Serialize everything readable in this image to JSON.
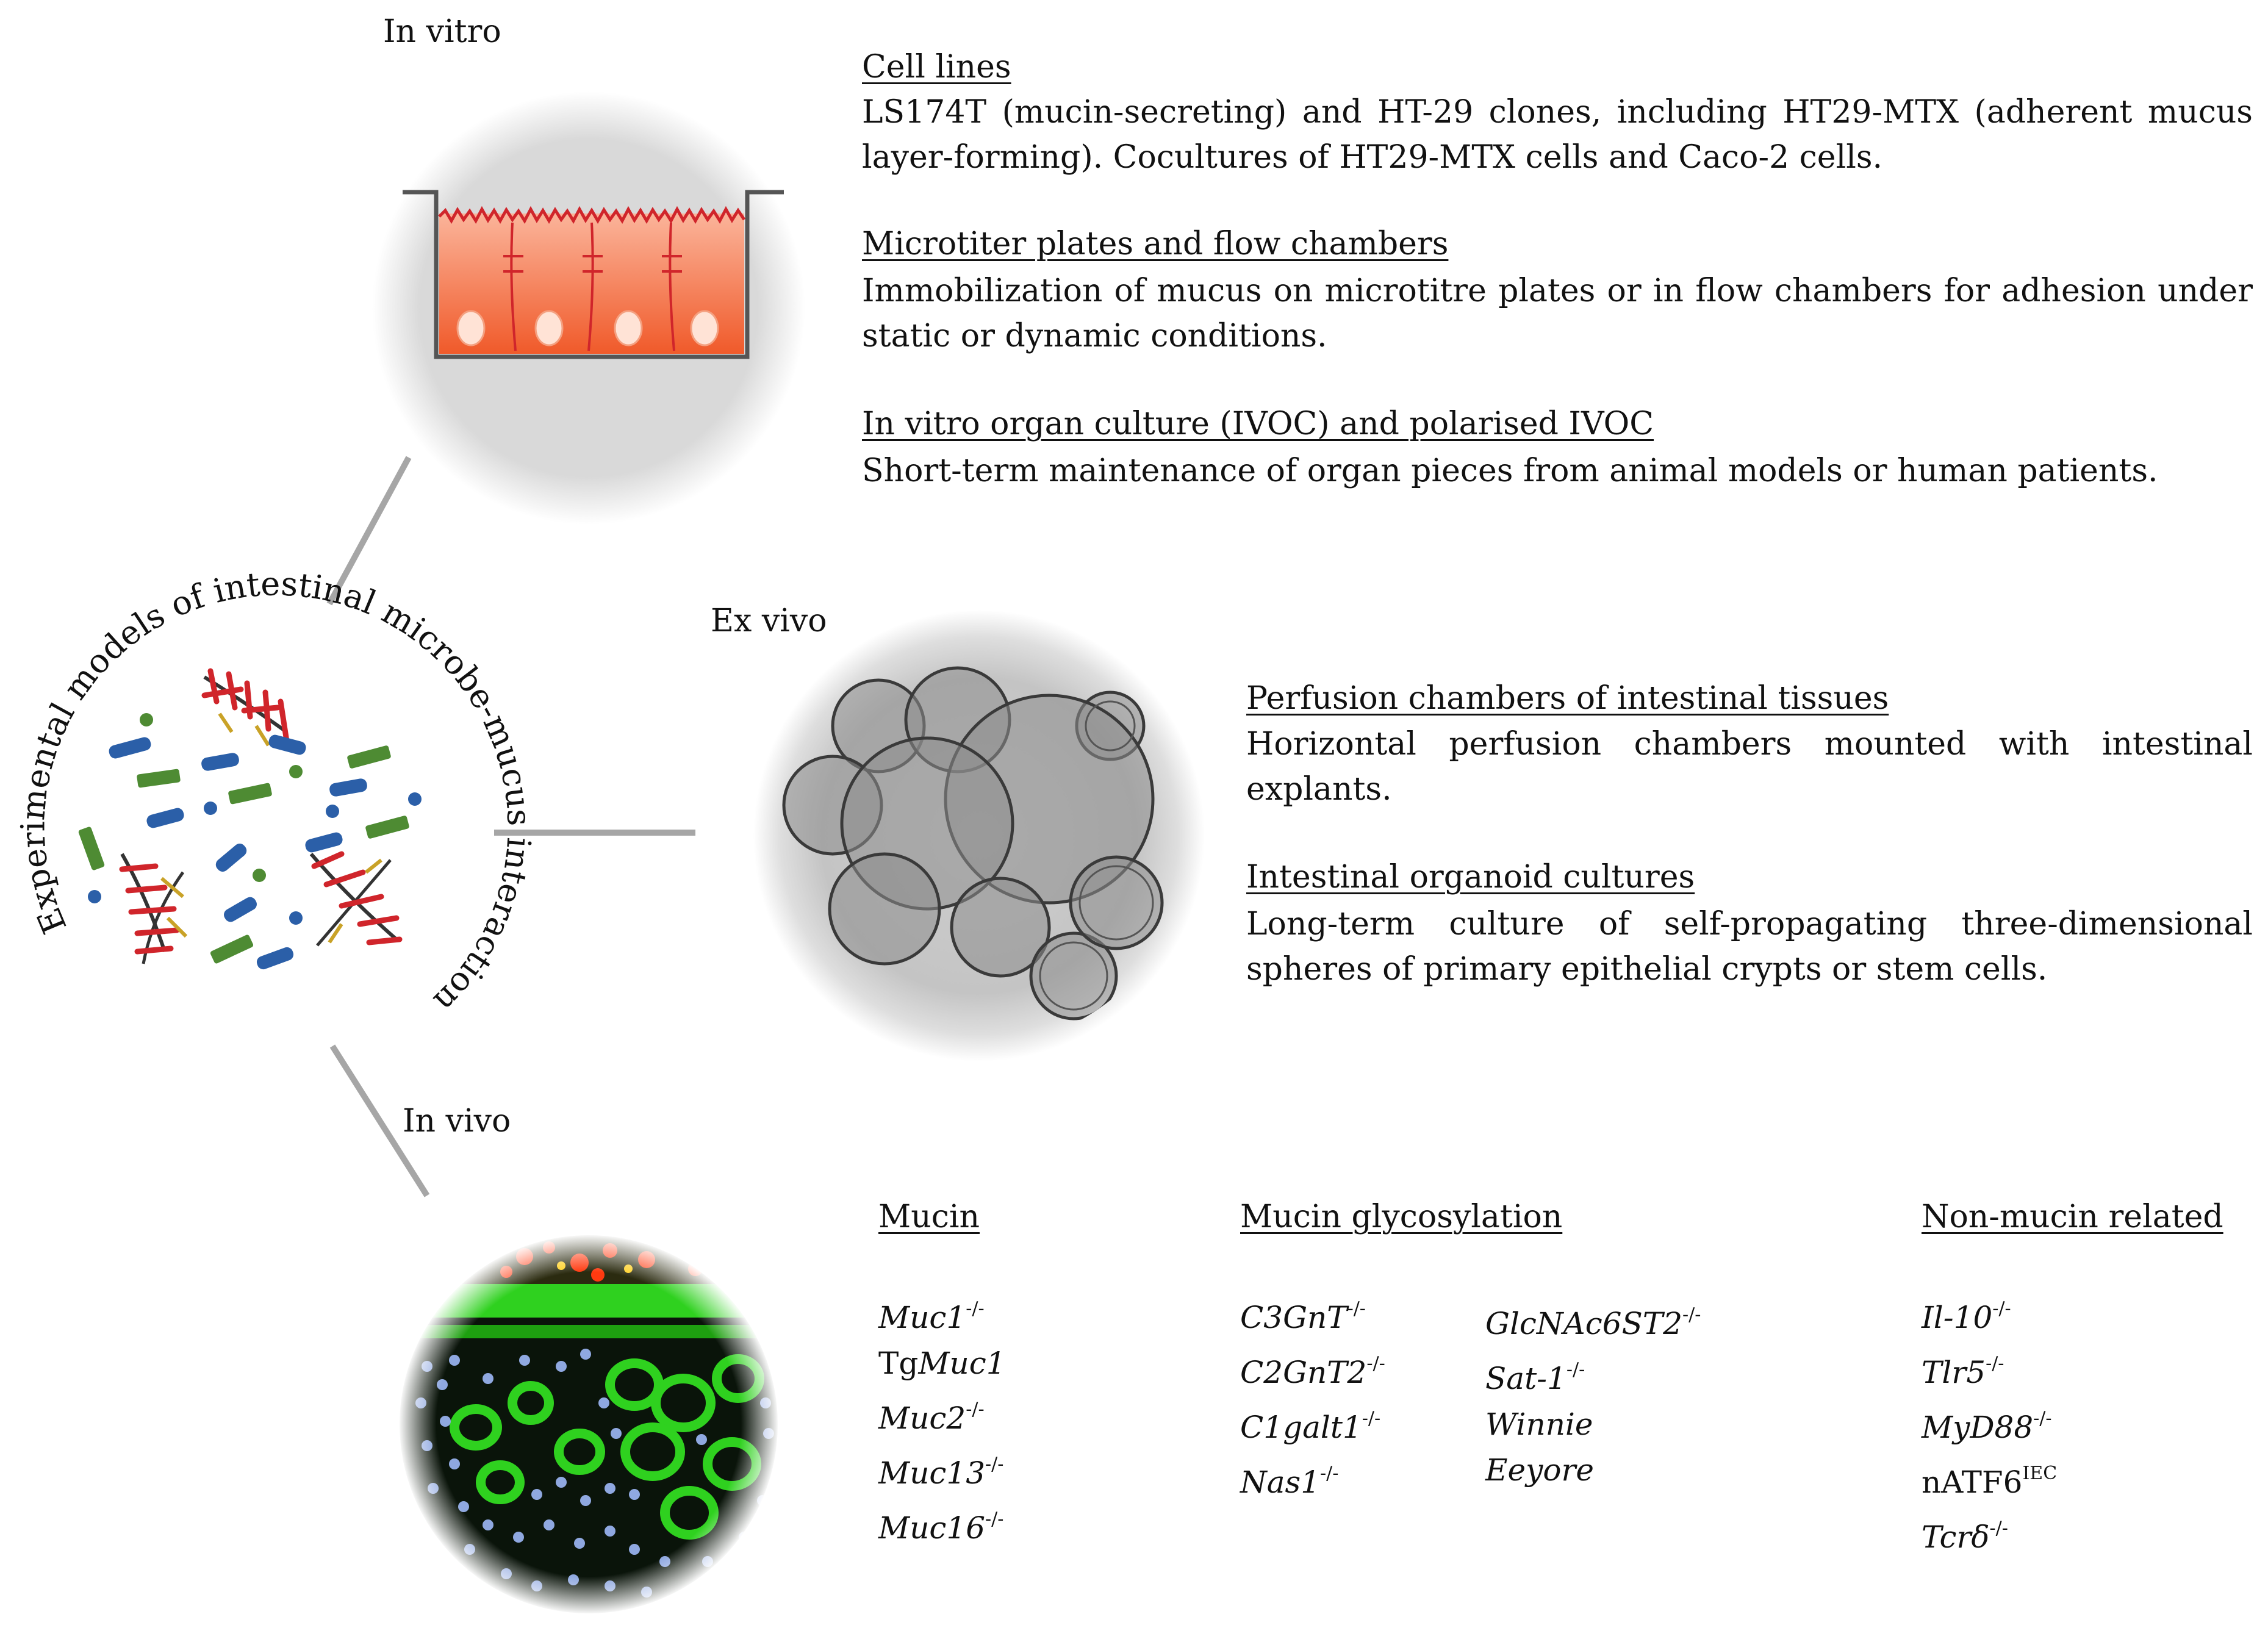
{
  "labels": {
    "in_vitro": "In vitro",
    "ex_vivo": "Ex vivo",
    "in_vivo": "In vivo"
  },
  "center_circle_text": "Experimental models of intestinal microbe-mucus interaction",
  "in_vitro_section": {
    "cell_lines": {
      "heading": "Cell lines",
      "text": "LS174T (mucin-secreting) and HT-29 clones, including HT29-MTX (adherent mucus layer-forming). Cocultures of HT29-MTX cells and Caco-2 cells."
    },
    "microtiter": {
      "heading": "Microtiter plates and flow chambers",
      "text": "Immobilization of mucus on microtitre plates or in flow chambers for adhesion under static or dynamic conditions."
    },
    "ivoc": {
      "heading": "In vitro organ culture (IVOC) and polarised IVOC",
      "text": "Short-term maintenance of organ pieces from animal models or human patients."
    }
  },
  "ex_vivo_section": {
    "perfusion": {
      "heading": "Perfusion chambers of intestinal tissues",
      "text": "Horizontal perfusion chambers mounted with intestinal explants."
    },
    "organoid": {
      "heading": "Intestinal organoid cultures",
      "text": "Long-term culture of self-propagating three-dimensional spheres of primary epithelial crypts or stem cells."
    }
  },
  "in_vivo_section": {
    "mucin": {
      "heading": "Mucin",
      "items": [
        {
          "name": "Muc1",
          "sup": "-/-"
        },
        {
          "prefix": "Tg",
          "name": "Muc1",
          "sup": ""
        },
        {
          "name": "Muc2",
          "sup": "-/-"
        },
        {
          "name": "Muc13",
          "sup": "-/-"
        },
        {
          "name": "Muc16",
          "sup": "-/-"
        }
      ]
    },
    "glycosylation": {
      "heading": "Mucin glycosylation",
      "col1": [
        {
          "name": "C3GnT",
          "sup": "-/-"
        },
        {
          "name": "C2GnT2",
          "sup": "-/-"
        },
        {
          "name": "C1galt1",
          "sup": "-/-"
        },
        {
          "name": "Nas1",
          "sup": "-/-"
        }
      ],
      "col2": [
        {
          "name": "GlcNAc6ST2",
          "sup": "-/-"
        },
        {
          "name": "Sat-1",
          "sup": "-/-"
        },
        {
          "name": "Winnie",
          "sup": ""
        },
        {
          "name": "Eeyore",
          "sup": ""
        }
      ]
    },
    "non_mucin": {
      "heading": "Non-mucin related",
      "items": [
        {
          "name": "Il-10",
          "sup": "-/-"
        },
        {
          "name": "Tlr5",
          "sup": "-/-"
        },
        {
          "name": "MyD88",
          "sup": "-/-"
        },
        {
          "name": "nATF6",
          "sup": "IEC",
          "plain": true
        },
        {
          "name": "Tcrδ",
          "sup": "-/-"
        }
      ]
    }
  },
  "colors": {
    "connector": "#a6a6a6",
    "in_vitro_bg": "#d9d9d9",
    "epithelium": "#f26a3d",
    "mucus_red": "#d0252b",
    "glycan_gold": "#c9a227",
    "bacteria_blue": "#2b5fa8",
    "bacteria_green": "#4e8b33",
    "in_vivo_green": "#2fd11f",
    "nuclei_blue": "#8fa8e0"
  }
}
